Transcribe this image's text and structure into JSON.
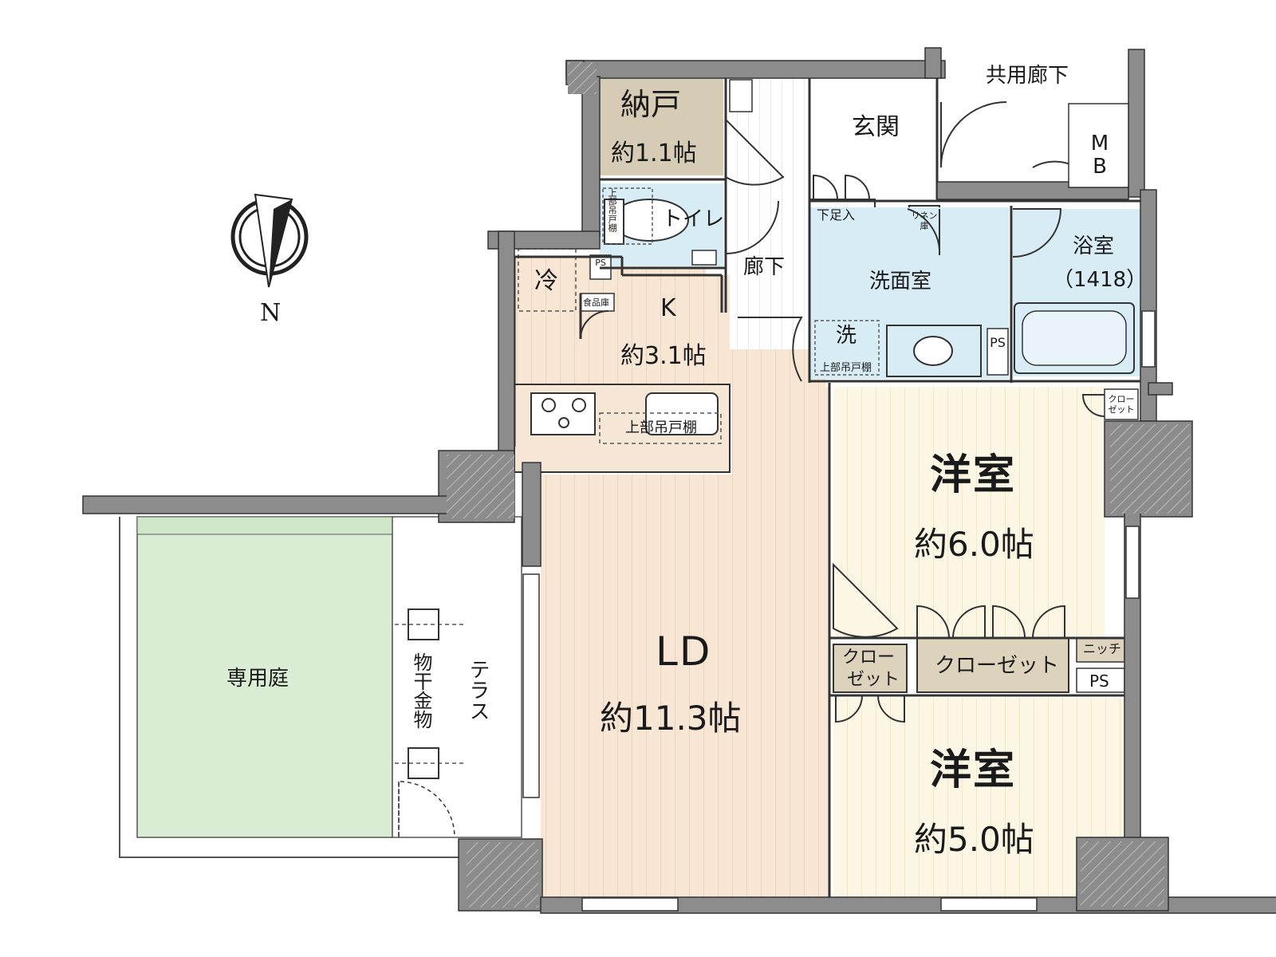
{
  "compass": {
    "letter": "N"
  },
  "rooms": {
    "storage": {
      "name": "納戸",
      "size": "約1.1帖",
      "color": "#d6ccb5"
    },
    "entrance": {
      "name": "玄関"
    },
    "common_corridor": {
      "name": "共用廊下"
    },
    "mb": {
      "name": "MB"
    },
    "toilet": {
      "name": "トイレ",
      "color": "#d8ecf5"
    },
    "hallway": {
      "name": "廊下"
    },
    "shoe_box": {
      "name": "下足入"
    },
    "linen": {
      "name": "リネン庫"
    },
    "washroom": {
      "name": "洗面室",
      "color": "#d8ecf5"
    },
    "bathroom": {
      "name": "浴室",
      "size": "（1418）",
      "color": "#d8ecf5"
    },
    "kitchen": {
      "name": "K",
      "size": "約3.1帖"
    },
    "living": {
      "name": "LD",
      "size": "約11.3帖",
      "color": "#f8e6d4"
    },
    "western1": {
      "name": "洋室",
      "size": "約6.0帖",
      "color": "#fbf7e4"
    },
    "western2": {
      "name": "洋室",
      "size": "約5.0帖",
      "color": "#fbf7e4"
    },
    "garden": {
      "name": "専用庭",
      "color": "#d9ecd4"
    },
    "terrace": {
      "name": "テラス"
    }
  },
  "fixtures": {
    "fridge": "冷",
    "ps_toilet": "PS",
    "ps_wash": "PS",
    "ps_right": "PS",
    "pantry": "食品庫",
    "washer": "洗",
    "washer_cabinet": "上部吊戸棚",
    "toilet_cabinet": "上部吊戸棚",
    "kitchen_cabinet": "上部吊戸棚",
    "closet_small": "クローゼット",
    "closet_main": "クローゼット",
    "closet_left_1": "クロー",
    "closet_left_2": "ゼット",
    "niche": "ニッチ",
    "drying_hardware": "物干金物"
  },
  "colors": {
    "wall": "#8c8c8c",
    "line": "#333333",
    "wood_line": "#e2c9ae"
  }
}
